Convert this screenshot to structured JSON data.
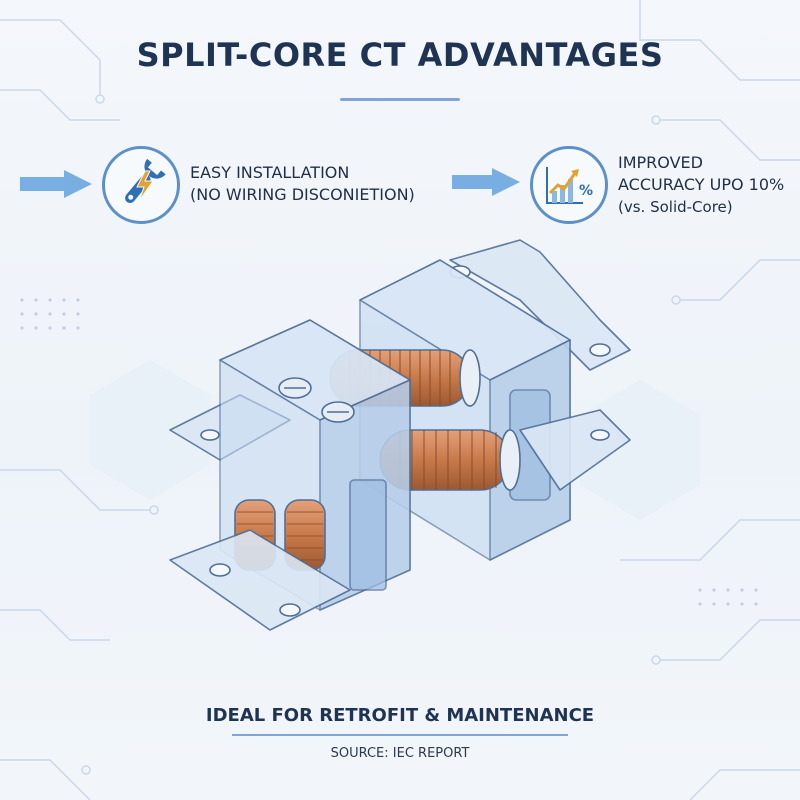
{
  "title": "SPLIT-CORE CT ADVANTAGES",
  "features": [
    {
      "icon": "wrench-lightning-icon",
      "lines": [
        "EASY INSTALLATION",
        "(NO WIRING DISCONIETION)"
      ]
    },
    {
      "icon": "growth-chart-percent-icon",
      "lines": [
        "IMPROVED",
        "ACCURACY UPO 10%",
        "(vs. Solid-Core)"
      ]
    }
  ],
  "icon_percent_glyph": "%",
  "tagline": "IDEAL FOR RETROFIT & MAINTENANCE",
  "source": "SOURCE: IEC REPORT",
  "colors": {
    "accent": "#5c90c9",
    "arrow": "#79aee3",
    "coil": "#c87a4a",
    "housing": "#b9d1ee",
    "title": "#1f3452"
  }
}
